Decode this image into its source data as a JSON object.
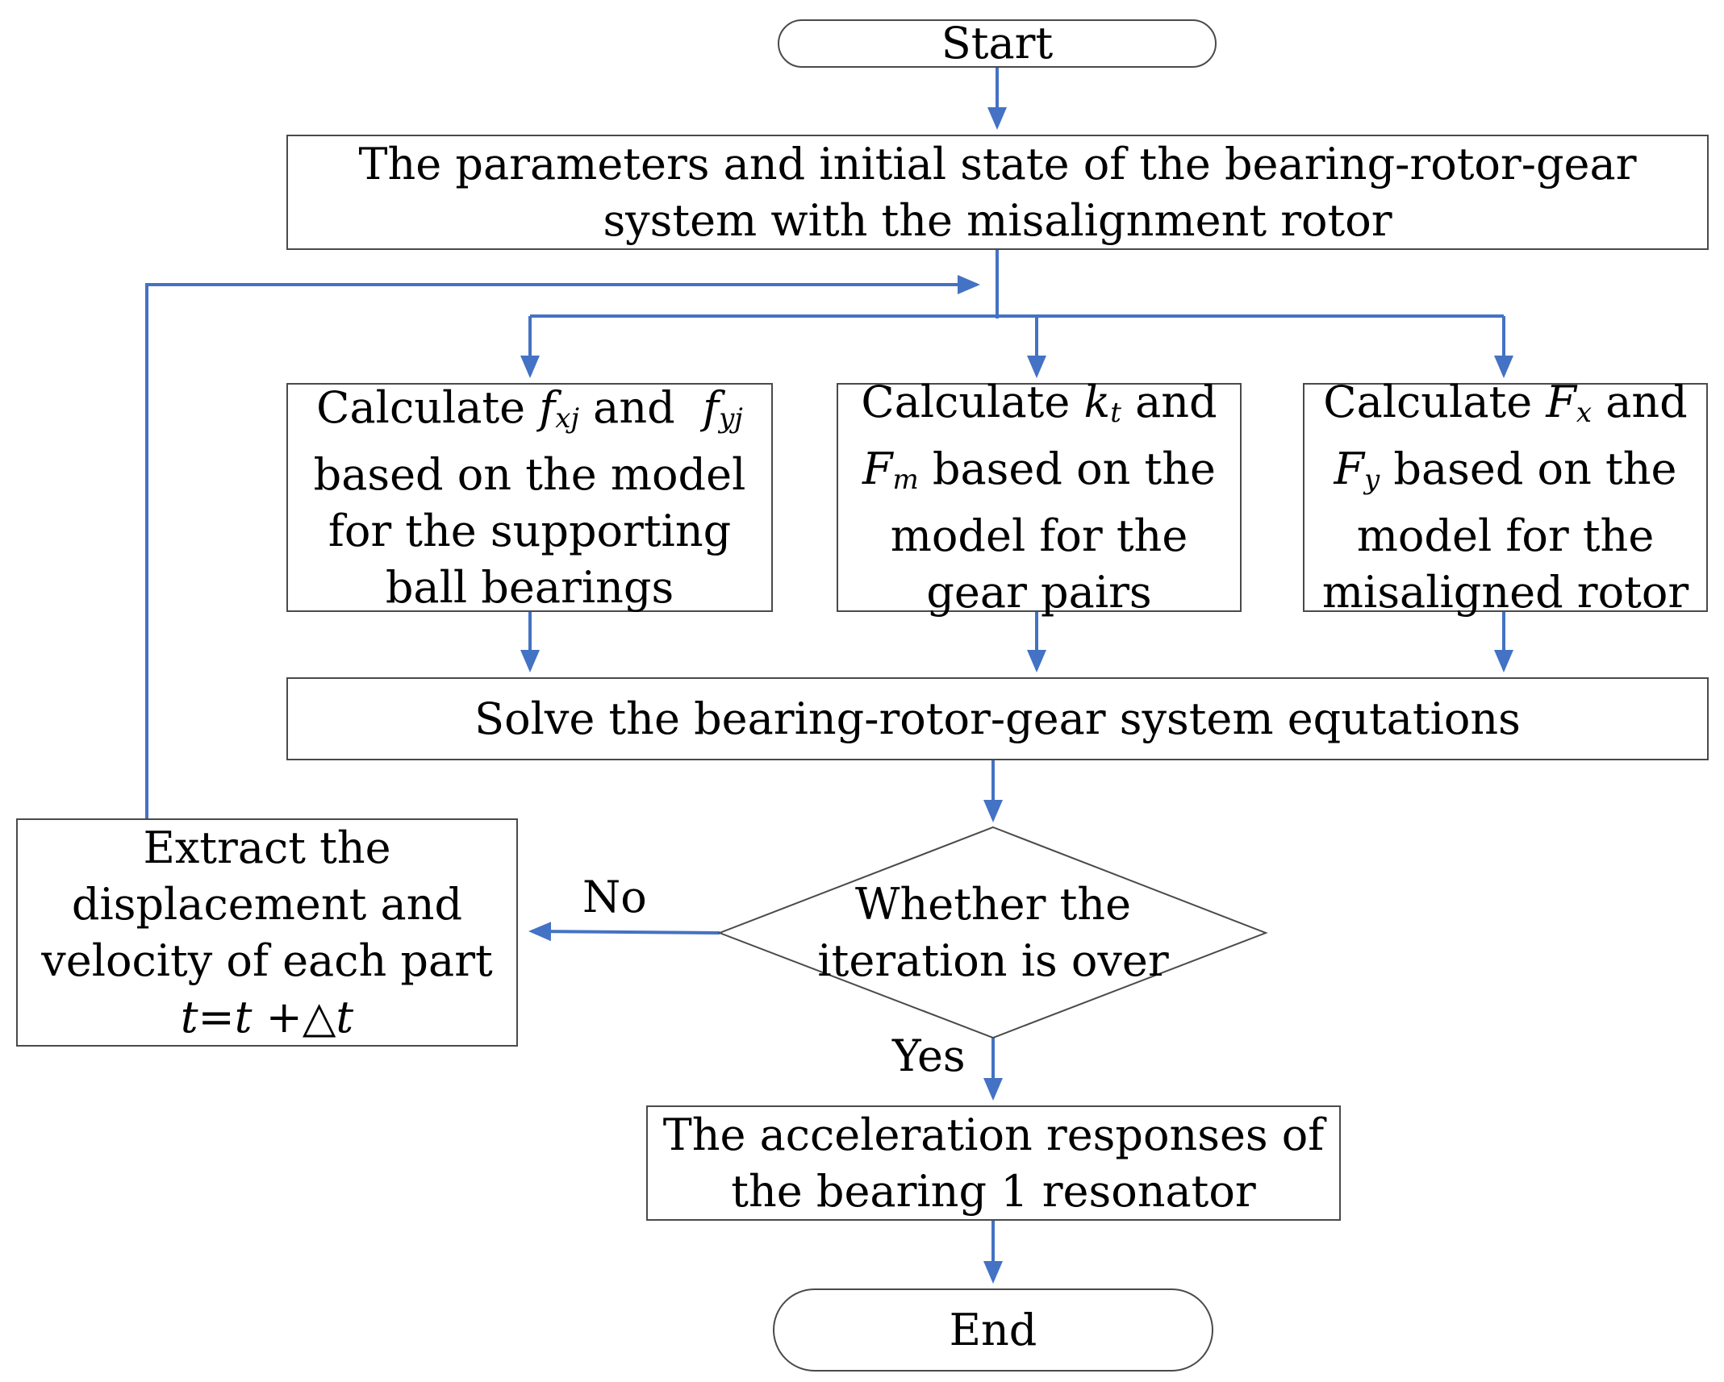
{
  "flowchart": {
    "start": {
      "label": "Start"
    },
    "init": {
      "line1": "The parameters and initial state of the bearing-rotor-gear",
      "line2": "system with the misalignment rotor"
    },
    "bearing": {
      "calc": "Calculate",
      "var1": "f",
      "sub1": "xj",
      "and": "and",
      "var2": "f",
      "sub2": "yj",
      "line2": "based on the model",
      "line3": "for the supporting",
      "line4": "ball bearings"
    },
    "gear": {
      "calc": "Calculate",
      "var1": "k",
      "sub1": "t",
      "and": "and",
      "var2": "F",
      "sub2": "m",
      "line2_rest": "based on the",
      "line3": "model for the",
      "line4": "gear pairs"
    },
    "rotor": {
      "calc": "Calculate",
      "var1": "F",
      "sub1": "x",
      "and": "and",
      "var2": "F",
      "sub2": "y",
      "line2_rest": "based on the",
      "line3": "model for the",
      "line4": "misaligned rotor"
    },
    "solve": {
      "label": "Solve the bearing-rotor-gear system equtations"
    },
    "decision": {
      "line1": "Whether the",
      "line2": "iteration is over"
    },
    "extract": {
      "line1": "Extract the",
      "line2": "displacement and",
      "line3": "velocity of each part",
      "formula": "t=t +△t"
    },
    "output": {
      "line1": "The acceleration responses of",
      "line2": "the bearing 1 resonator"
    },
    "end": {
      "label": "End"
    },
    "edges": {
      "no_label": "No",
      "yes_label": "Yes"
    },
    "colors": {
      "arrow": "#4472C4",
      "box_border": "#4a4a4a",
      "text": "#000000"
    }
  }
}
